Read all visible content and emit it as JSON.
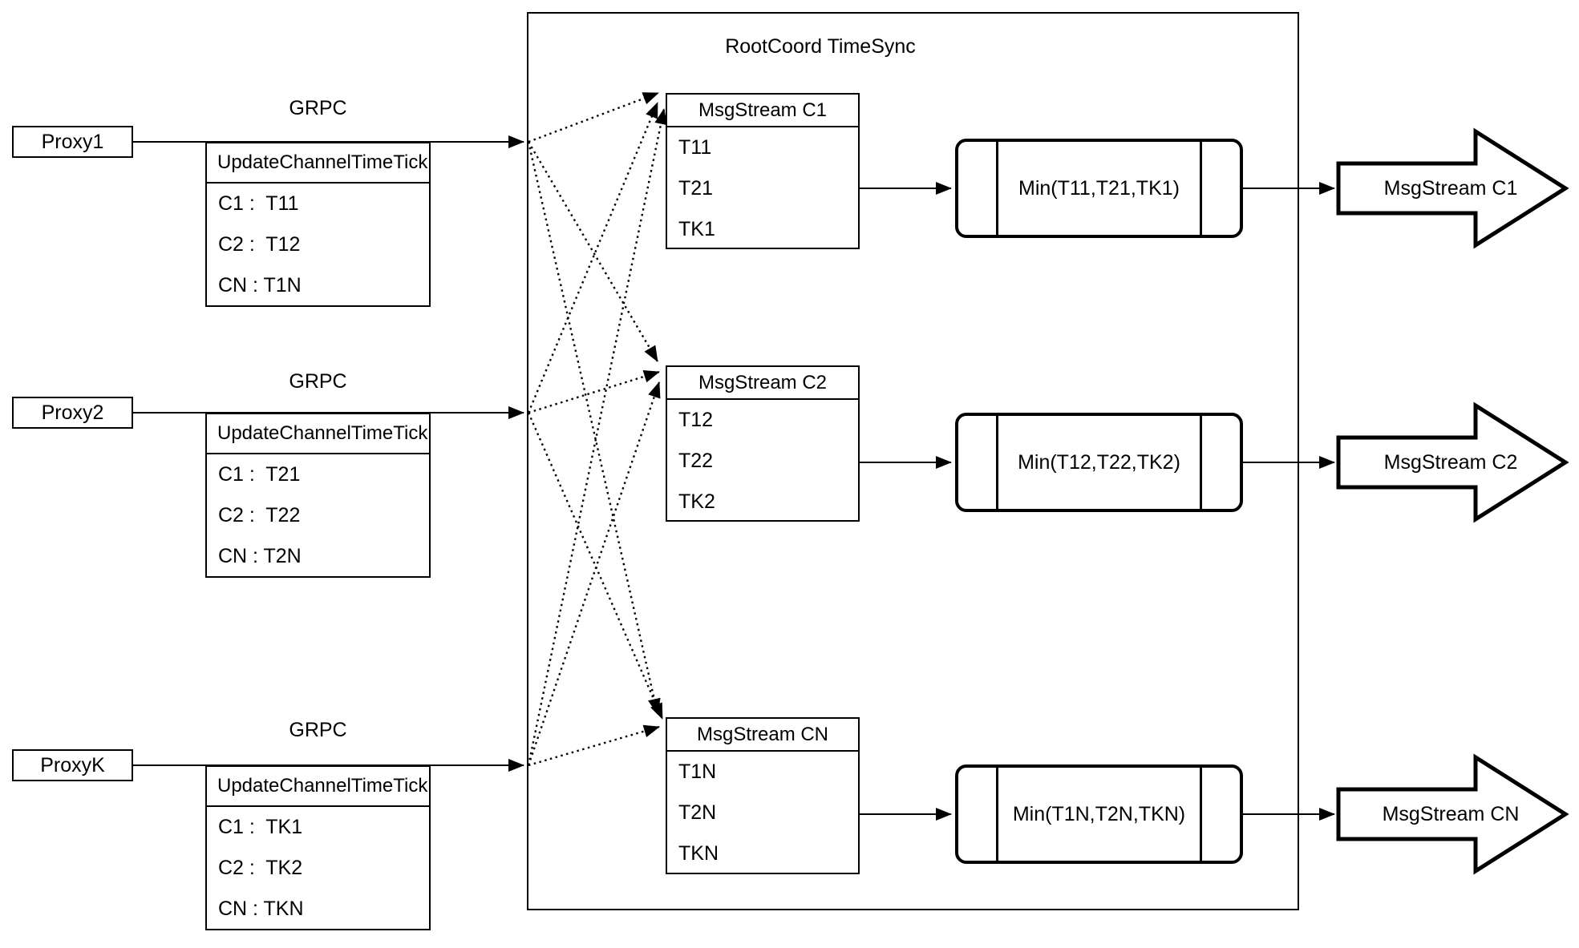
{
  "diagram": {
    "title": "RootCoord TimeSync",
    "proxies": [
      {
        "name": "Proxy1",
        "protocol": "GRPC",
        "call": {
          "header": "UpdateChannelTimeTick",
          "rows": [
            "C1 :  T11",
            "C2 :  T12",
            "CN : T1N"
          ]
        }
      },
      {
        "name": "Proxy2",
        "protocol": "GRPC",
        "call": {
          "header": "UpdateChannelTimeTick",
          "rows": [
            "C1 :  T21",
            "C2 :  T22",
            "CN : T2N"
          ]
        }
      },
      {
        "name": "ProxyK",
        "protocol": "GRPC",
        "call": {
          "header": "UpdateChannelTimeTick",
          "rows": [
            "C1 :  TK1",
            "C2 :  TK2",
            "CN : TKN"
          ]
        }
      }
    ],
    "streams": [
      {
        "header": "MsgStream C1",
        "ticks": [
          "T11",
          "T21",
          "TK1"
        ],
        "min": "Min(T11,T21,TK1)",
        "output": "MsgStream C1"
      },
      {
        "header": "MsgStream C2",
        "ticks": [
          "T12",
          "T22",
          "TK2"
        ],
        "min": "Min(T12,T22,TK2)",
        "output": "MsgStream C2"
      },
      {
        "header": "MsgStream CN",
        "ticks": [
          "T1N",
          "T2N",
          "TKN"
        ],
        "min": "Min(T1N,T2N,TKN)",
        "output": "MsgStream CN"
      }
    ]
  }
}
